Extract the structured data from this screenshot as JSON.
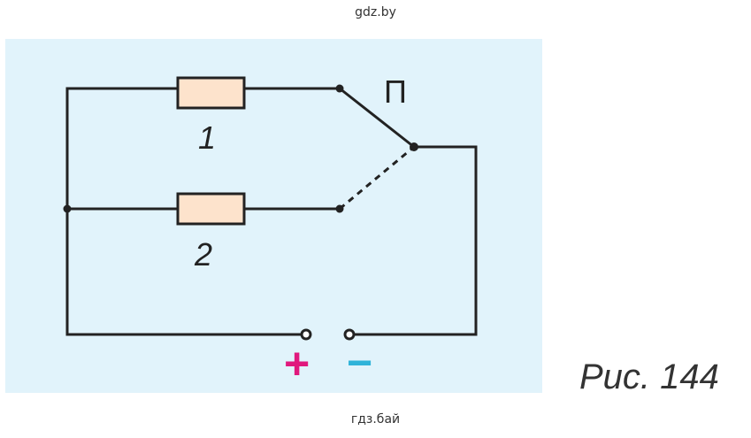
{
  "watermark_top": "gdz.by",
  "watermark_bottom": "гдз.бай",
  "switch_label": "П",
  "resistors": [
    {
      "label": "1"
    },
    {
      "label": "2"
    }
  ],
  "terminals": {
    "plus": "+",
    "minus": "−",
    "plus_color": "#e0197d",
    "minus_color": "#2fb3d9"
  },
  "caption": "Рис. 144",
  "colors": {
    "background": "#e1f3fb",
    "wire": "#222222",
    "resistor_fill": "#fde3cc"
  }
}
